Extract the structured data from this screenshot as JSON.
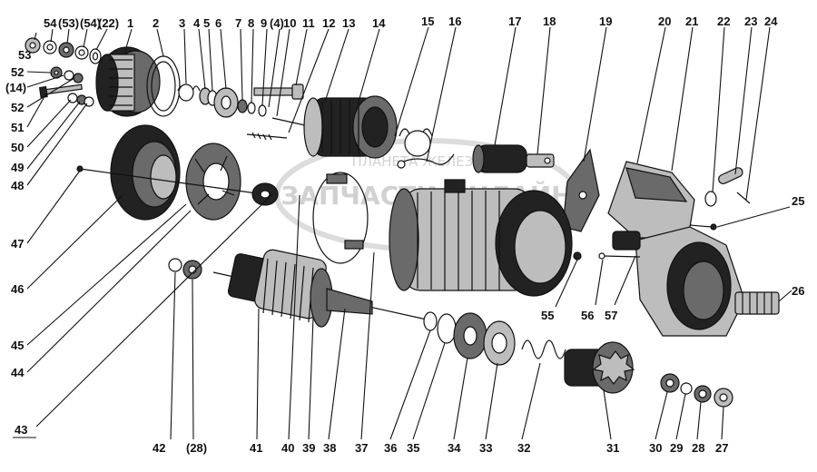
{
  "labels": {
    "l53": "53",
    "l54a": "54",
    "l53b": "(53)",
    "l54b": "(54)",
    "l22b": "(22)",
    "l1": "1",
    "l2": "2",
    "l3": "3",
    "l4": "4",
    "l5": "5",
    "l6": "6",
    "l7": "7",
    "l8": "8",
    "l9": "9",
    "l4b": "(4)",
    "l10": "10",
    "l11": "11",
    "l12": "12",
    "l13": "13",
    "l14": "14",
    "l15": "15",
    "l16": "16",
    "l17": "17",
    "l18": "18",
    "l19": "19",
    "l20": "20",
    "l21": "21",
    "l22": "22",
    "l23": "23",
    "l24": "24",
    "l25": "25",
    "l26": "26",
    "l27": "27",
    "l28": "28",
    "l29": "29",
    "l30": "30",
    "l31": "31",
    "l32": "32",
    "l33": "33",
    "l34": "34",
    "l35": "35",
    "l36": "36",
    "l37": "37",
    "l38": "38",
    "l39": "39",
    "l40": "40",
    "l41": "41",
    "l28b": "(28)",
    "l42": "42",
    "l43": "43",
    "l44": "44",
    "l45": "45",
    "l46": "46",
    "l47": "47",
    "l48": "48",
    "l49": "49",
    "l50": "50",
    "l51": "51",
    "l52a": "52",
    "l14b": "(14)",
    "l52b": "52",
    "l55": "55",
    "l56": "56",
    "l57": "57"
  },
  "watermark": {
    "line1": "ПЛАНЕТА ЖЕЛЕЗЯКА",
    "line2": "ЗАПЧАСТИ ОНЛАЙН"
  },
  "colors": {
    "ink": "#111111",
    "metal_dark": "#222222",
    "metal_mid": "#6a6a6a",
    "metal_light": "#bdbdbd",
    "watermark": "#c9c9c9"
  }
}
